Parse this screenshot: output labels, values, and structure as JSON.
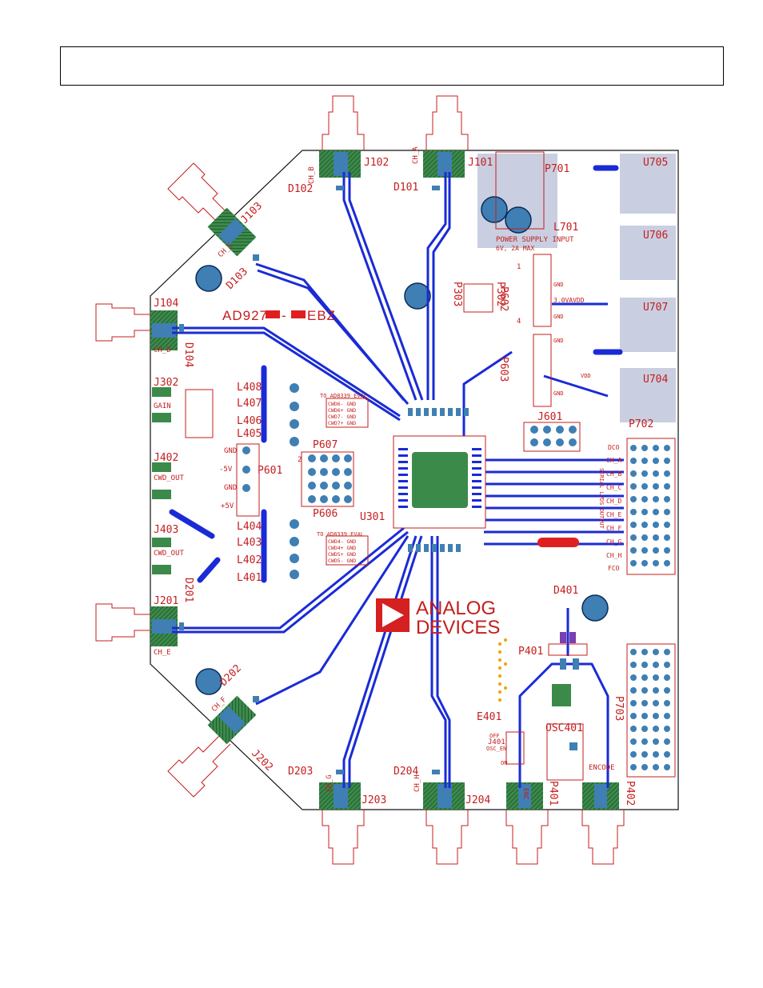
{
  "header_box": {
    "text": ""
  },
  "board": {
    "title": "AD927",
    "title_suffix": "EBZ",
    "logo_line1": "ANALOG",
    "logo_line2": "DEVICES",
    "power_input_line1": "POWER SUPPLY INPUT",
    "power_input_line2": "6V, 2A MAX"
  },
  "connectors": {
    "J101": "J101",
    "J102": "J102",
    "J103": "J103",
    "J104": "J104",
    "J201": "J201",
    "J202": "J202",
    "J203": "J203",
    "J204": "J204",
    "J302": "J302",
    "J402": "J402",
    "J403": "J403",
    "J401": "J401",
    "J601": "J601",
    "P401": "P401",
    "P402": "P402",
    "P701": "P701",
    "P702": "P702",
    "P703": "P703",
    "P601": "P601",
    "P602": "P602",
    "P603": "P603",
    "P302": "P302",
    "P303": "P303",
    "P606": "P606",
    "P607": "P607",
    "E401": "E401",
    "OSC401": "OSC401",
    "U301": "U301",
    "D101": "D101",
    "D102": "D102",
    "D103": "D103",
    "D104": "D104",
    "D201": "D201",
    "D202": "D202",
    "D203": "D203",
    "D204": "D204",
    "D401": "D401",
    "U704": "U704",
    "U705": "U705",
    "U706": "U706",
    "U707": "U707",
    "L701": "L701",
    "L401": "L401",
    "L402": "L402",
    "L403": "L403",
    "L404": "L404",
    "L405": "L405",
    "L406": "L406",
    "L407": "L407",
    "L408": "L408"
  },
  "channel_labels": {
    "ch_a": "CH_A",
    "ch_b": "CH_B",
    "ch_c": "CH_C",
    "ch_d": "CH_D",
    "ch_e": "CH_E",
    "ch_f": "CH_F",
    "ch_g": "CH_G",
    "ch_h": "CH_H"
  },
  "misc_labels": {
    "gain": "GAIN",
    "cwd_out_1": "CWD_OUT",
    "cwd_out_2": "CWD_OUT",
    "gnd": "GND",
    "neg5v": "-5V",
    "gnd2": "GND",
    "pos5v": "+5V",
    "to_ad8339_1": "TO AD8339 EVAL",
    "to_ad8339_2": "TO AD8339 EVAL",
    "encode": "ENCODE",
    "osc_en": "OSC_EN",
    "off": "OFF",
    "on": "ON",
    "dvdd": "3.0VAVDD",
    "fco": "FCO",
    "dco": "DCO",
    "enc": "ENC",
    "serial_lvds": "SERIAL LVDS OUTPUT",
    "one": "1",
    "two": "2",
    "four": "4",
    "gnd_a": "GND",
    "gnd_b": "GND",
    "gnd_c": "GND",
    "gnd_d": "GND",
    "vdd": "VDD"
  },
  "cwd_labels_top": [
    "CWD6- GND",
    "CWD6+ GND",
    "CWD7- GND",
    "CWD7+ GND"
  ],
  "cwd_labels_bottom": [
    "CWD4- GND",
    "CWD4+ GND",
    "CWD5+ GND",
    "CWD5- GND"
  ],
  "right_header_labels": [
    "CH_A",
    "CH_B",
    "CH_C",
    "CH_D",
    "CH_E",
    "CH_F",
    "CH_G",
    "CH_H"
  ],
  "colors": {
    "trace": "#1a2bd6",
    "silk": "#c41e1e",
    "pad": "#3f7fb3",
    "copper_green": "#3b8a4a",
    "outline": "#000000",
    "logo_red": "#d42020"
  }
}
